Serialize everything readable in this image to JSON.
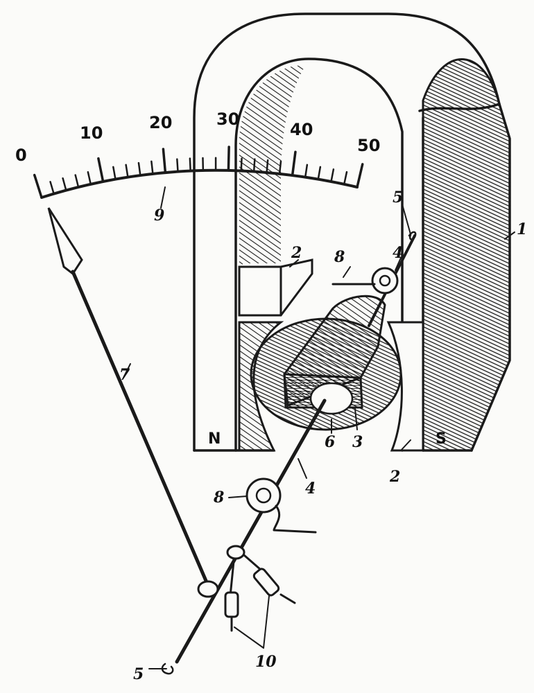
{
  "scale": {
    "numbers": [
      "0",
      "10",
      "20",
      "30",
      "40",
      "50"
    ]
  },
  "poles": {
    "north": "N",
    "south": "S"
  },
  "callouts": {
    "magnet": "1",
    "pole_piece_top": "2",
    "pole_piece_bottom": "2",
    "coil": "3",
    "axle_top": "4",
    "axle_bottom": "4",
    "spring_top": "5",
    "spring_bottom": "5",
    "core": "6",
    "pointer": "7",
    "bearing_top": "8",
    "bearing_bottom": "8",
    "scale": "9",
    "counterweights": "10"
  }
}
